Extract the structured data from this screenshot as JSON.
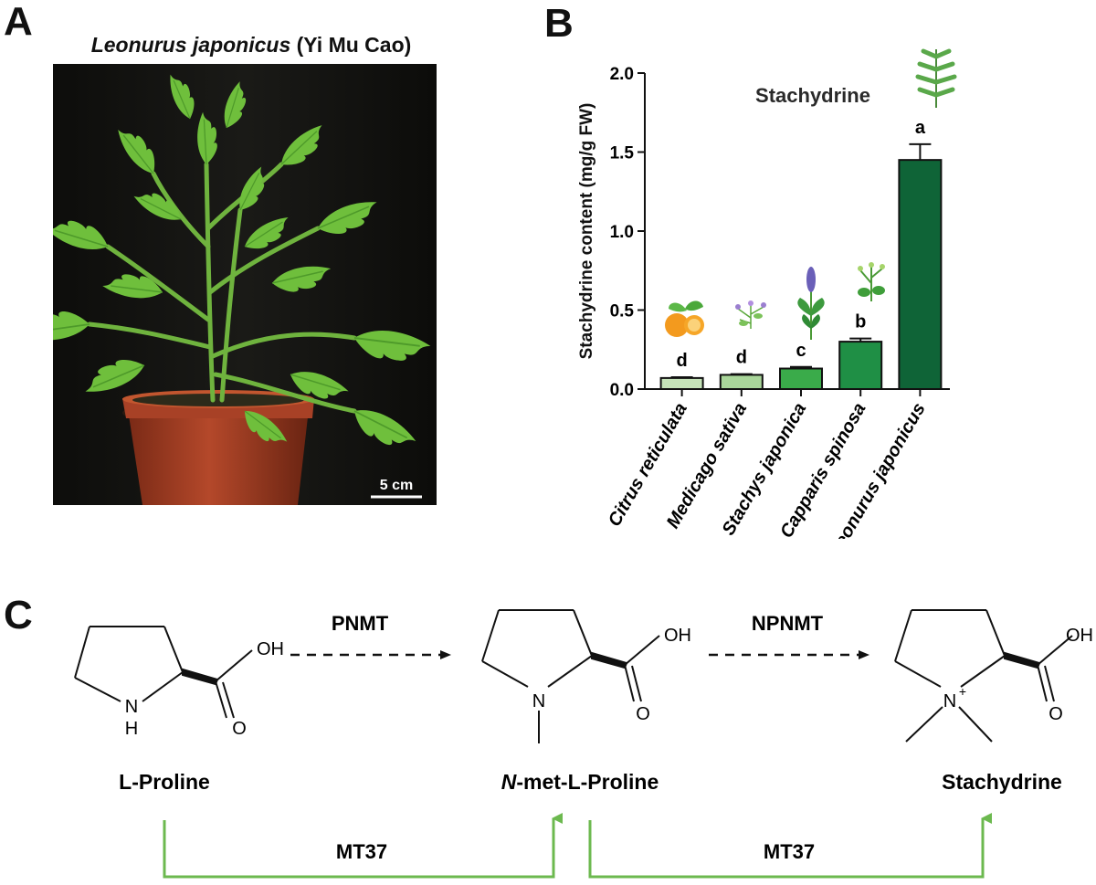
{
  "panels": {
    "a": "A",
    "b": "B",
    "c": "C"
  },
  "panel_a": {
    "species": "Leonurus japonicus",
    "common_name": "(Yi Mu Cao)",
    "scale_bar": "5 cm"
  },
  "chart_data": {
    "type": "bar",
    "title": "Stachydrine",
    "ylabel": "Stachydrine content (mg/g FW)",
    "xlabel": "",
    "ylim": [
      0,
      2.0
    ],
    "yticks": [
      "0.0",
      "0.5",
      "1.0",
      "1.5",
      "2.0"
    ],
    "categories": [
      "Citrus reticulata",
      "Medicago sativa",
      "Stachys japonica",
      "Capparis spinosa",
      "eonurus japonicus"
    ],
    "values": [
      0.07,
      0.09,
      0.13,
      0.3,
      1.45
    ],
    "errors": [
      0.005,
      0.005,
      0.01,
      0.02,
      0.1
    ],
    "letters": [
      "d",
      "d",
      "c",
      "b",
      "a"
    ],
    "colors": [
      "#c5e3b8",
      "#a9d69a",
      "#3aab4a",
      "#1f8f45",
      "#0f6437"
    ],
    "grid": false,
    "legend": "none"
  },
  "pathway": {
    "compounds": [
      "L-Proline",
      "N-met-L-Proline",
      "Stachydrine"
    ],
    "compound2_prefix": "N",
    "compound2_rest": "-met-L-Proline",
    "enzymes": [
      "PNMT",
      "NPNMT"
    ],
    "green_enzyme_1": "MT37",
    "green_enzyme_2": "MT37",
    "atoms": {
      "oh": "OH",
      "o": "O",
      "n": "N",
      "h": "H",
      "plus": "+"
    },
    "arrow_color": "#6cb94f"
  }
}
